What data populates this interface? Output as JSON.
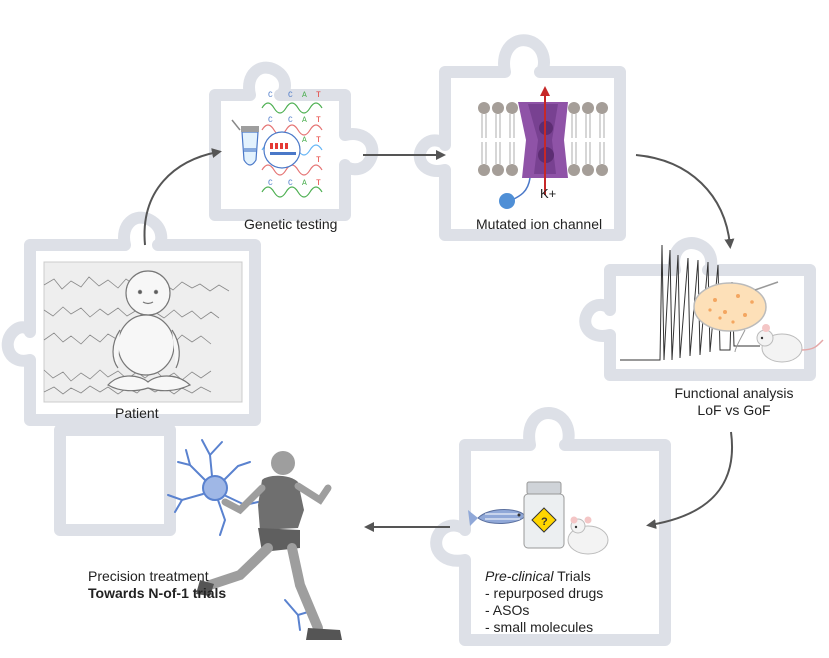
{
  "colors": {
    "puzzle": "#d8dbe2",
    "arrow": "#555555",
    "membrane_head": "#a59e98",
    "channel": "#8f53a7",
    "k_arrow": "#c62828",
    "neuron": "#4f78c8",
    "runner_skin": "#9e9e9e",
    "runner_cloth": "#707070"
  },
  "steps": {
    "genetic_testing": {
      "label": "Genetic testing",
      "icon": "dna-sequencing-icon",
      "sequence_letters": [
        "C",
        "C",
        "A",
        "T"
      ]
    },
    "ion_channel": {
      "label": "Mutated ion channel",
      "ion_label": "K+",
      "icon": "ion-channel-icon"
    },
    "functional": {
      "line1": "Functional analysis",
      "line2": "LoF vs GoF",
      "icon": "electrophysiology-mouse-icon"
    },
    "trials": {
      "title_italic": "Pre-clinical",
      "title_rest": " Trials",
      "items": [
        "- repurposed drugs",
        "- ASOs",
        "- small molecules"
      ],
      "icon": "zebrafish-drug-mouse-icon"
    },
    "treatment": {
      "line1": "Precision treatment",
      "line2": "Towards N-of-1 trials",
      "icon": "runner-neuron-icon"
    },
    "patient": {
      "label": "Patient",
      "icon": "baby-eeg-icon"
    }
  }
}
